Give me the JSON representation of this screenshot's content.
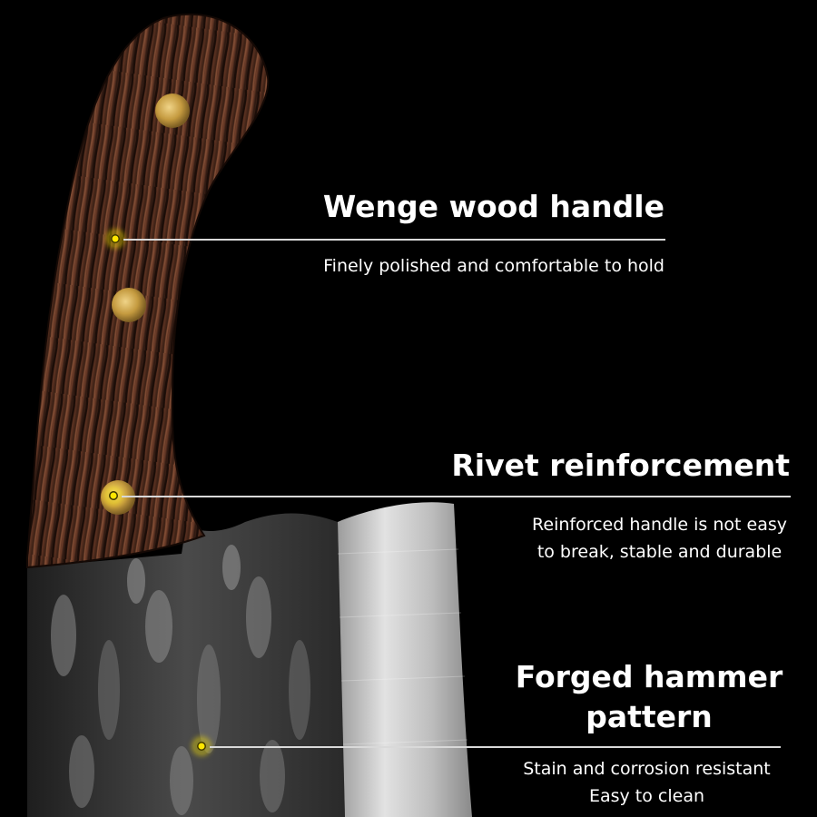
{
  "callouts": [
    {
      "title": "Wenge wood handle",
      "description": "Finely polished and comfortable to hold"
    },
    {
      "title": "Rivet reinforcement",
      "description_lines": [
        "Reinforced handle is not easy",
        "to break, stable and durable"
      ]
    },
    {
      "title_lines": [
        "Forged hammer",
        "pattern"
      ],
      "description_lines": [
        "Stain and corrosion resistant",
        "Easy to clean"
      ]
    }
  ],
  "colors": {
    "background": "#000000",
    "accent_dot": "#ffe600",
    "line": "#d9d9d9",
    "text": "#ffffff",
    "wood_dark": "#2a1710",
    "wood_light": "#7a4530",
    "blade_forged": "#3c3c3c",
    "blade_polished": "#c8c8c8",
    "rivet": "#c9a24a"
  }
}
